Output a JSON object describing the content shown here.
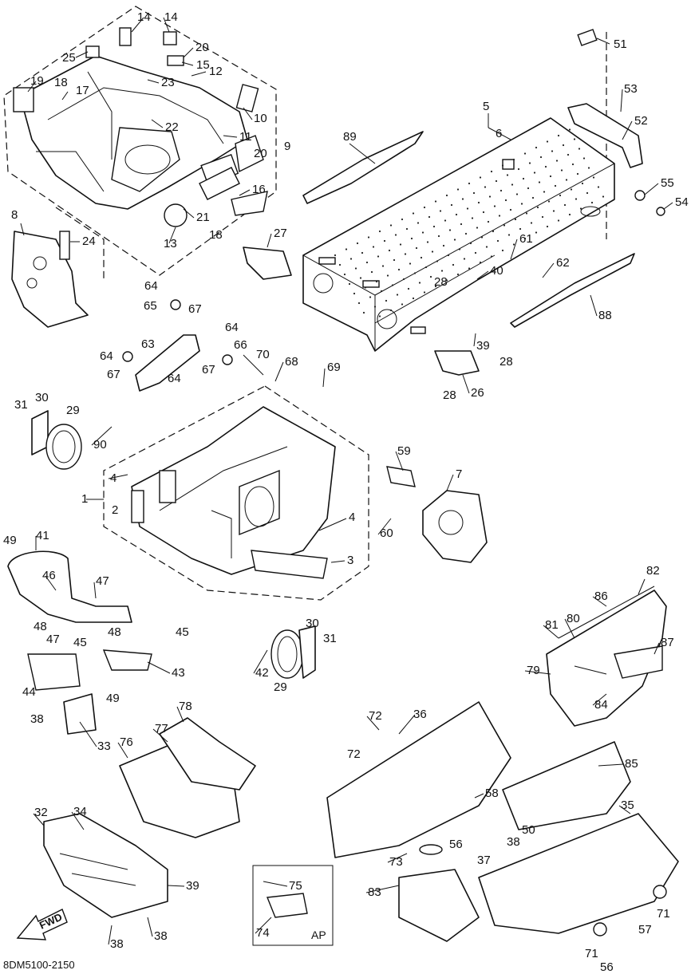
{
  "diagram": {
    "catalog_code": "8DM5100-2150",
    "fwd_label": "FWD",
    "ap_box_label": "AP",
    "callouts": [
      "1",
      "2",
      "3",
      "4",
      "5",
      "6",
      "7",
      "8",
      "9",
      "10",
      "11",
      "12",
      "13",
      "14",
      "15",
      "16",
      "17",
      "18",
      "19",
      "20",
      "21",
      "22",
      "23",
      "24",
      "25",
      "26",
      "27",
      "28",
      "29",
      "30",
      "31",
      "32",
      "33",
      "34",
      "35",
      "36",
      "37",
      "38",
      "39",
      "40",
      "41",
      "42",
      "43",
      "44",
      "45",
      "46",
      "47",
      "48",
      "49",
      "50",
      "51",
      "52",
      "53",
      "54",
      "55",
      "56",
      "57",
      "58",
      "59",
      "60",
      "61",
      "62",
      "63",
      "64",
      "65",
      "66",
      "67",
      "68",
      "69",
      "70",
      "71",
      "72",
      "73",
      "74",
      "75",
      "76",
      "77",
      "78",
      "79",
      "80",
      "81",
      "82",
      "83",
      "84",
      "85",
      "86",
      "87",
      "88",
      "89",
      "90"
    ]
  }
}
